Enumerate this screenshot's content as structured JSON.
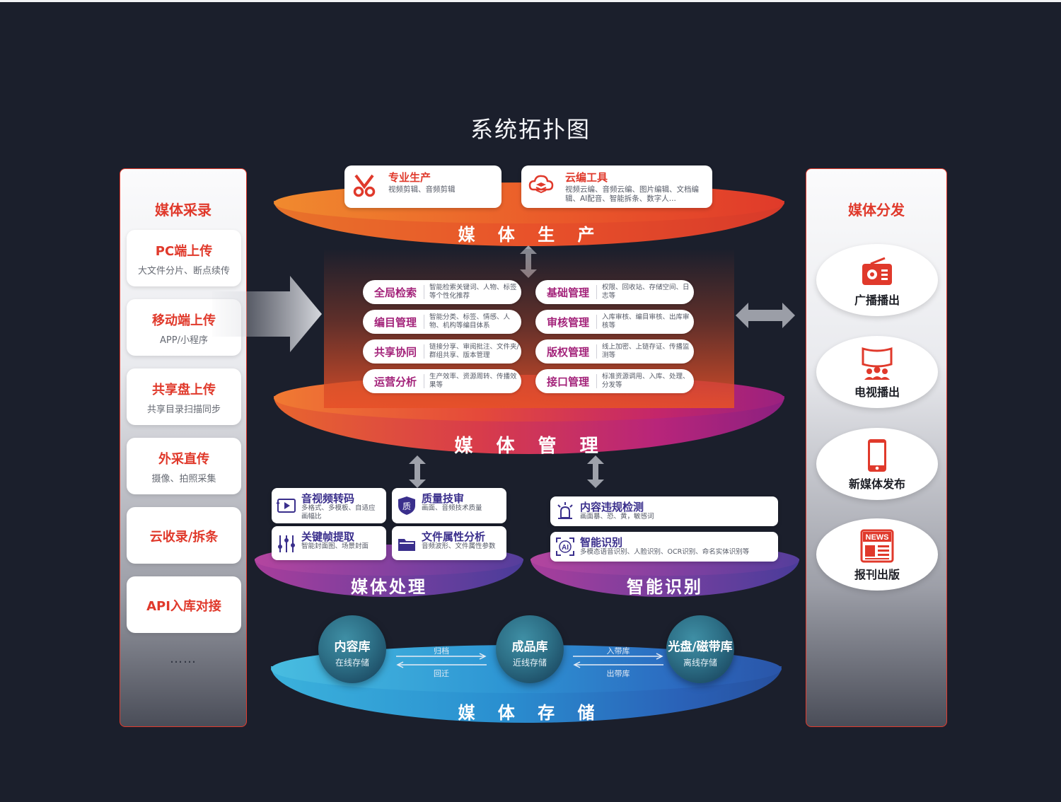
{
  "title": "系统拓扑图",
  "left_panel": {
    "title": "媒体采录",
    "items": [
      {
        "title": "PC端上传",
        "desc": "大文件分片、断点续传"
      },
      {
        "title": "移动端上传",
        "desc": "APP/小程序"
      },
      {
        "title": "共享盘上传",
        "desc": "共享目录扫描同步"
      },
      {
        "title": "外采直传",
        "desc": "摄像、拍照采集"
      },
      {
        "title": "云收录/拆条",
        "desc": ""
      },
      {
        "title": "API入库对接",
        "desc": ""
      }
    ],
    "more": "……"
  },
  "right_panel": {
    "title": "媒体分发",
    "items": [
      {
        "label": "广播播出",
        "icon": "radio-icon"
      },
      {
        "label": "电视播出",
        "icon": "tv-audience-icon"
      },
      {
        "label": "新媒体发布",
        "icon": "smartphone-icon"
      },
      {
        "label": "报刊出版",
        "icon": "newspaper-icon",
        "icon_text": "NEWS"
      }
    ]
  },
  "production": {
    "label": "媒 体 生 产",
    "cards": [
      {
        "title": "专业生产",
        "desc": "视频剪辑、音频剪辑",
        "icon": "scissors-icon"
      },
      {
        "title": "云编工具",
        "desc": "视频云编、音频云编、图片编辑、文档编辑、AI配音、智能拆条、数字人...",
        "icon": "cloud-layers-icon"
      }
    ]
  },
  "management": {
    "label": "媒 体 管 理",
    "items": [
      {
        "name": "全局检索",
        "desc": "智能检索关键词、人物、标签等个性化推荐"
      },
      {
        "name": "基础管理",
        "desc": "权限、回收站、存储空间、日志等"
      },
      {
        "name": "编目管理",
        "desc": "智能分类、标签、情感、人物、机构等编目体系"
      },
      {
        "name": "审核管理",
        "desc": "入库审核、编目审核、出库审核等"
      },
      {
        "name": "共享协同",
        "desc": "链接分享、审阅批注、文件夹/群组共享、版本管理"
      },
      {
        "name": "版权管理",
        "desc": "线上加密、上链存证、传播监测等"
      },
      {
        "name": "运营分析",
        "desc": "生产效率、资源周转、传播效果等"
      },
      {
        "name": "接口管理",
        "desc": "标准资源调用、入库、处理、分发等"
      }
    ]
  },
  "processing": {
    "label": "媒体处理",
    "items": [
      {
        "title": "音视频转码",
        "desc": "多格式、多模板、自适应画幅比",
        "icon": "transcode-icon"
      },
      {
        "title": "质量技审",
        "desc": "画面、音频技术质量",
        "icon": "quality-shield-icon",
        "icon_text": "质"
      },
      {
        "title": "关键帧提取",
        "desc": "智能封面图、场景封面",
        "icon": "sliders-icon"
      },
      {
        "title": "文件属性分析",
        "desc": "音频波形、文件属性参数",
        "icon": "folder-icon"
      }
    ]
  },
  "recognition": {
    "label": "智能识别",
    "items": [
      {
        "title": "内容违规检测",
        "desc": "画面暴、恐、黄，敏感词",
        "icon": "alarm-icon"
      },
      {
        "title": "智能识别",
        "desc": "多模态语音识别、人脸识别、OCR识别、命名实体识别等",
        "icon": "ai-scan-icon",
        "icon_text": "AI"
      }
    ]
  },
  "storage": {
    "label": "媒 体 存 储",
    "nodes": [
      {
        "name": "内容库",
        "sub": "在线存储"
      },
      {
        "name": "成品库",
        "sub": "近线存储"
      },
      {
        "name": "光盘/磁带库",
        "sub": "离线存储"
      }
    ],
    "flows": [
      {
        "forward": "归档",
        "backward": "回迁"
      },
      {
        "forward": "入带库",
        "backward": "出带库"
      }
    ]
  },
  "colors": {
    "background": "#1b1f2c",
    "accent_red": "#e0392b",
    "production_platform": "#e8522a",
    "management_platform": "#b8257a",
    "processing_platform": "#7a3d9a",
    "storage_platform": "#2a8fd0"
  }
}
